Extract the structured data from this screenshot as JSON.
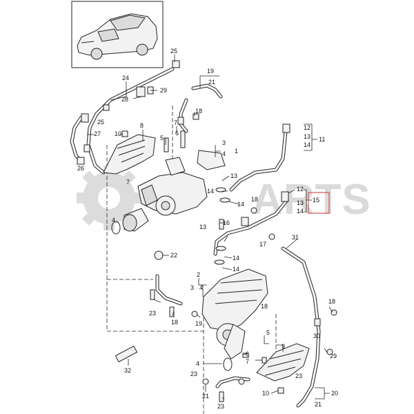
{
  "watermark": {
    "text": "ARTS"
  },
  "colors": {
    "line": "#222222",
    "highlight": "#d9534f",
    "watermark": "#bdbdbd"
  },
  "callouts": [
    {
      "id": "c25a",
      "label": "25"
    },
    {
      "id": "c24",
      "label": "24"
    },
    {
      "id": "c29a",
      "label": "29"
    },
    {
      "id": "c28",
      "label": "28"
    },
    {
      "id": "c19",
      "label": "19"
    },
    {
      "id": "c21a",
      "label": "21"
    },
    {
      "id": "c18a",
      "label": "18"
    },
    {
      "id": "c25b",
      "label": "25"
    },
    {
      "id": "c27",
      "label": "27"
    },
    {
      "id": "c26",
      "label": "26"
    },
    {
      "id": "c10a",
      "label": "10"
    },
    {
      "id": "c8",
      "label": "8"
    },
    {
      "id": "c7a",
      "label": "7"
    },
    {
      "id": "c6a",
      "label": "6"
    },
    {
      "id": "c5a",
      "label": "5"
    },
    {
      "id": "c3a",
      "label": "3"
    },
    {
      "id": "c4a",
      "label": "4"
    },
    {
      "id": "c1",
      "label": "1"
    },
    {
      "id": "c12a",
      "label": "12"
    },
    {
      "id": "c13a",
      "label": "13"
    },
    {
      "id": "c14a",
      "label": "14"
    },
    {
      "id": "c11",
      "label": "11"
    },
    {
      "id": "c7b",
      "label": "7"
    },
    {
      "id": "c13b",
      "label": "13"
    },
    {
      "id": "c14b",
      "label": "14"
    },
    {
      "id": "c14c",
      "label": "14"
    },
    {
      "id": "c18b",
      "label": "18"
    },
    {
      "id": "c12b",
      "label": "12"
    },
    {
      "id": "c13c",
      "label": "13"
    },
    {
      "id": "c14d",
      "label": "14"
    },
    {
      "id": "c15",
      "label": "15"
    },
    {
      "id": "c16",
      "label": "16"
    },
    {
      "id": "c13d",
      "label": "13"
    },
    {
      "id": "c17",
      "label": "17"
    },
    {
      "id": "c4b",
      "label": "4"
    },
    {
      "id": "c31",
      "label": "31"
    },
    {
      "id": "c14e",
      "label": "14"
    },
    {
      "id": "c14f",
      "label": "14"
    },
    {
      "id": "c22",
      "label": "22"
    },
    {
      "id": "c2",
      "label": "2"
    },
    {
      "id": "c3b",
      "label": "3"
    },
    {
      "id": "c4c",
      "label": "4"
    },
    {
      "id": "c18c",
      "label": "18"
    },
    {
      "id": "c23a",
      "label": "23"
    },
    {
      "id": "c18d",
      "label": "18"
    },
    {
      "id": "c19b",
      "label": "19"
    },
    {
      "id": "c23b",
      "label": "23"
    },
    {
      "id": "c18e",
      "label": "18"
    },
    {
      "id": "c30",
      "label": "30"
    },
    {
      "id": "c5b",
      "label": "5"
    },
    {
      "id": "c29b",
      "label": "29"
    },
    {
      "id": "c9",
      "label": "9"
    },
    {
      "id": "c6b",
      "label": "6"
    },
    {
      "id": "c7c",
      "label": "7"
    },
    {
      "id": "c32",
      "label": "32"
    },
    {
      "id": "c4d",
      "label": "4"
    },
    {
      "id": "c23c",
      "label": "23"
    },
    {
      "id": "c21b",
      "label": "21"
    },
    {
      "id": "c20",
      "label": "20"
    },
    {
      "id": "c10b",
      "label": "10"
    },
    {
      "id": "c21c",
      "label": "21"
    },
    {
      "id": "c23d",
      "label": "23"
    }
  ]
}
